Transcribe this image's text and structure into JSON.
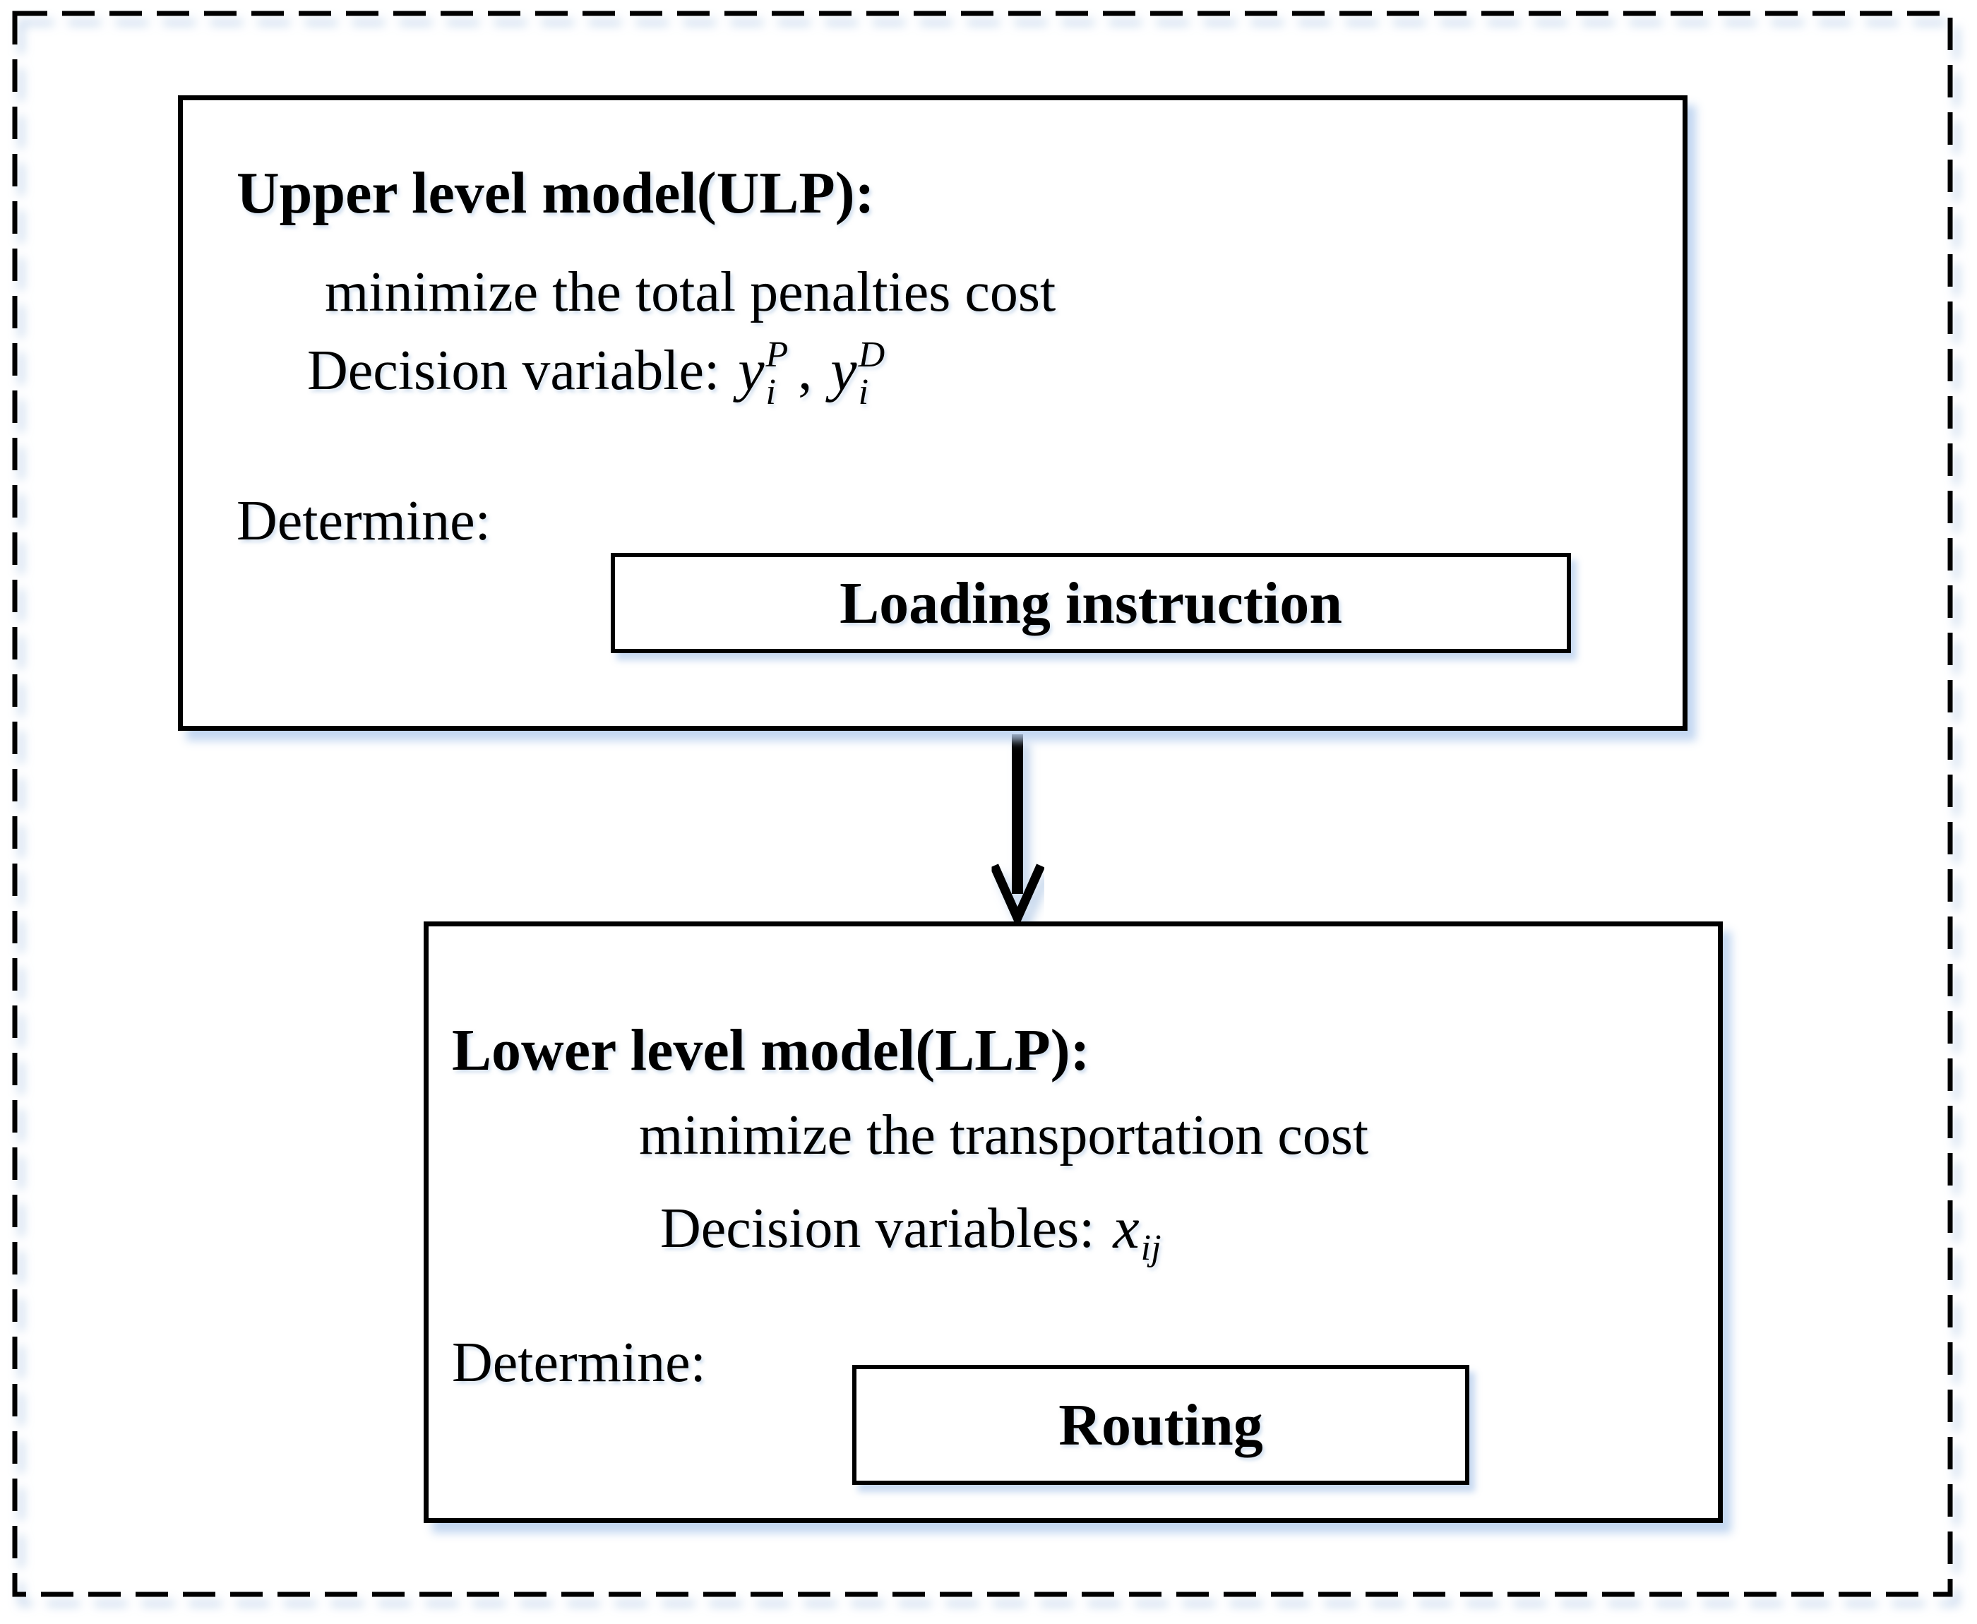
{
  "figure": {
    "kind": "bilevel-optimization-flow-diagram"
  },
  "colors": {
    "line": "#000000",
    "background": "#ffffff",
    "shadow": "#b9cfe8"
  },
  "upper_box": {
    "title": "Upper level model(ULP):",
    "objective": "minimize the total penalties cost",
    "decision_label": "Decision variable:",
    "variables": [
      {
        "base": "y",
        "sup": "P",
        "sub": "i"
      },
      {
        "base": "y",
        "sup": "D",
        "sub": "i"
      }
    ],
    "variable_separator": ",",
    "determine_label": "Determine:",
    "output_label": "Loading instruction"
  },
  "connector": {
    "style": "down-arrow"
  },
  "lower_box": {
    "title": "Lower level model(LLP):",
    "objective": "minimize the transportation cost",
    "decision_label": "Decision variables:",
    "variables": [
      {
        "base": "x",
        "sub": "ij"
      }
    ],
    "determine_label": "Determine:",
    "output_label": "Routing"
  }
}
